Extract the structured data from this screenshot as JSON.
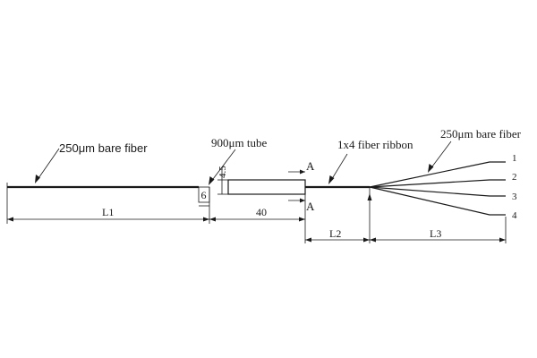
{
  "labels": {
    "bare_fiber_left": "250μm bare fiber",
    "tube": "900μm tube",
    "ribbon": "1x4 fiber ribbon",
    "bare_fiber_right": "250μm bare fiber",
    "section_top": "A",
    "section_bottom": "A"
  },
  "dimensions": {
    "l1": "L1",
    "gap": "6",
    "tube_length": "40",
    "tube_height": "4.5",
    "l2": "L2",
    "l3": "L3"
  },
  "fiber_numbers": [
    "1",
    "2",
    "3",
    "4"
  ]
}
